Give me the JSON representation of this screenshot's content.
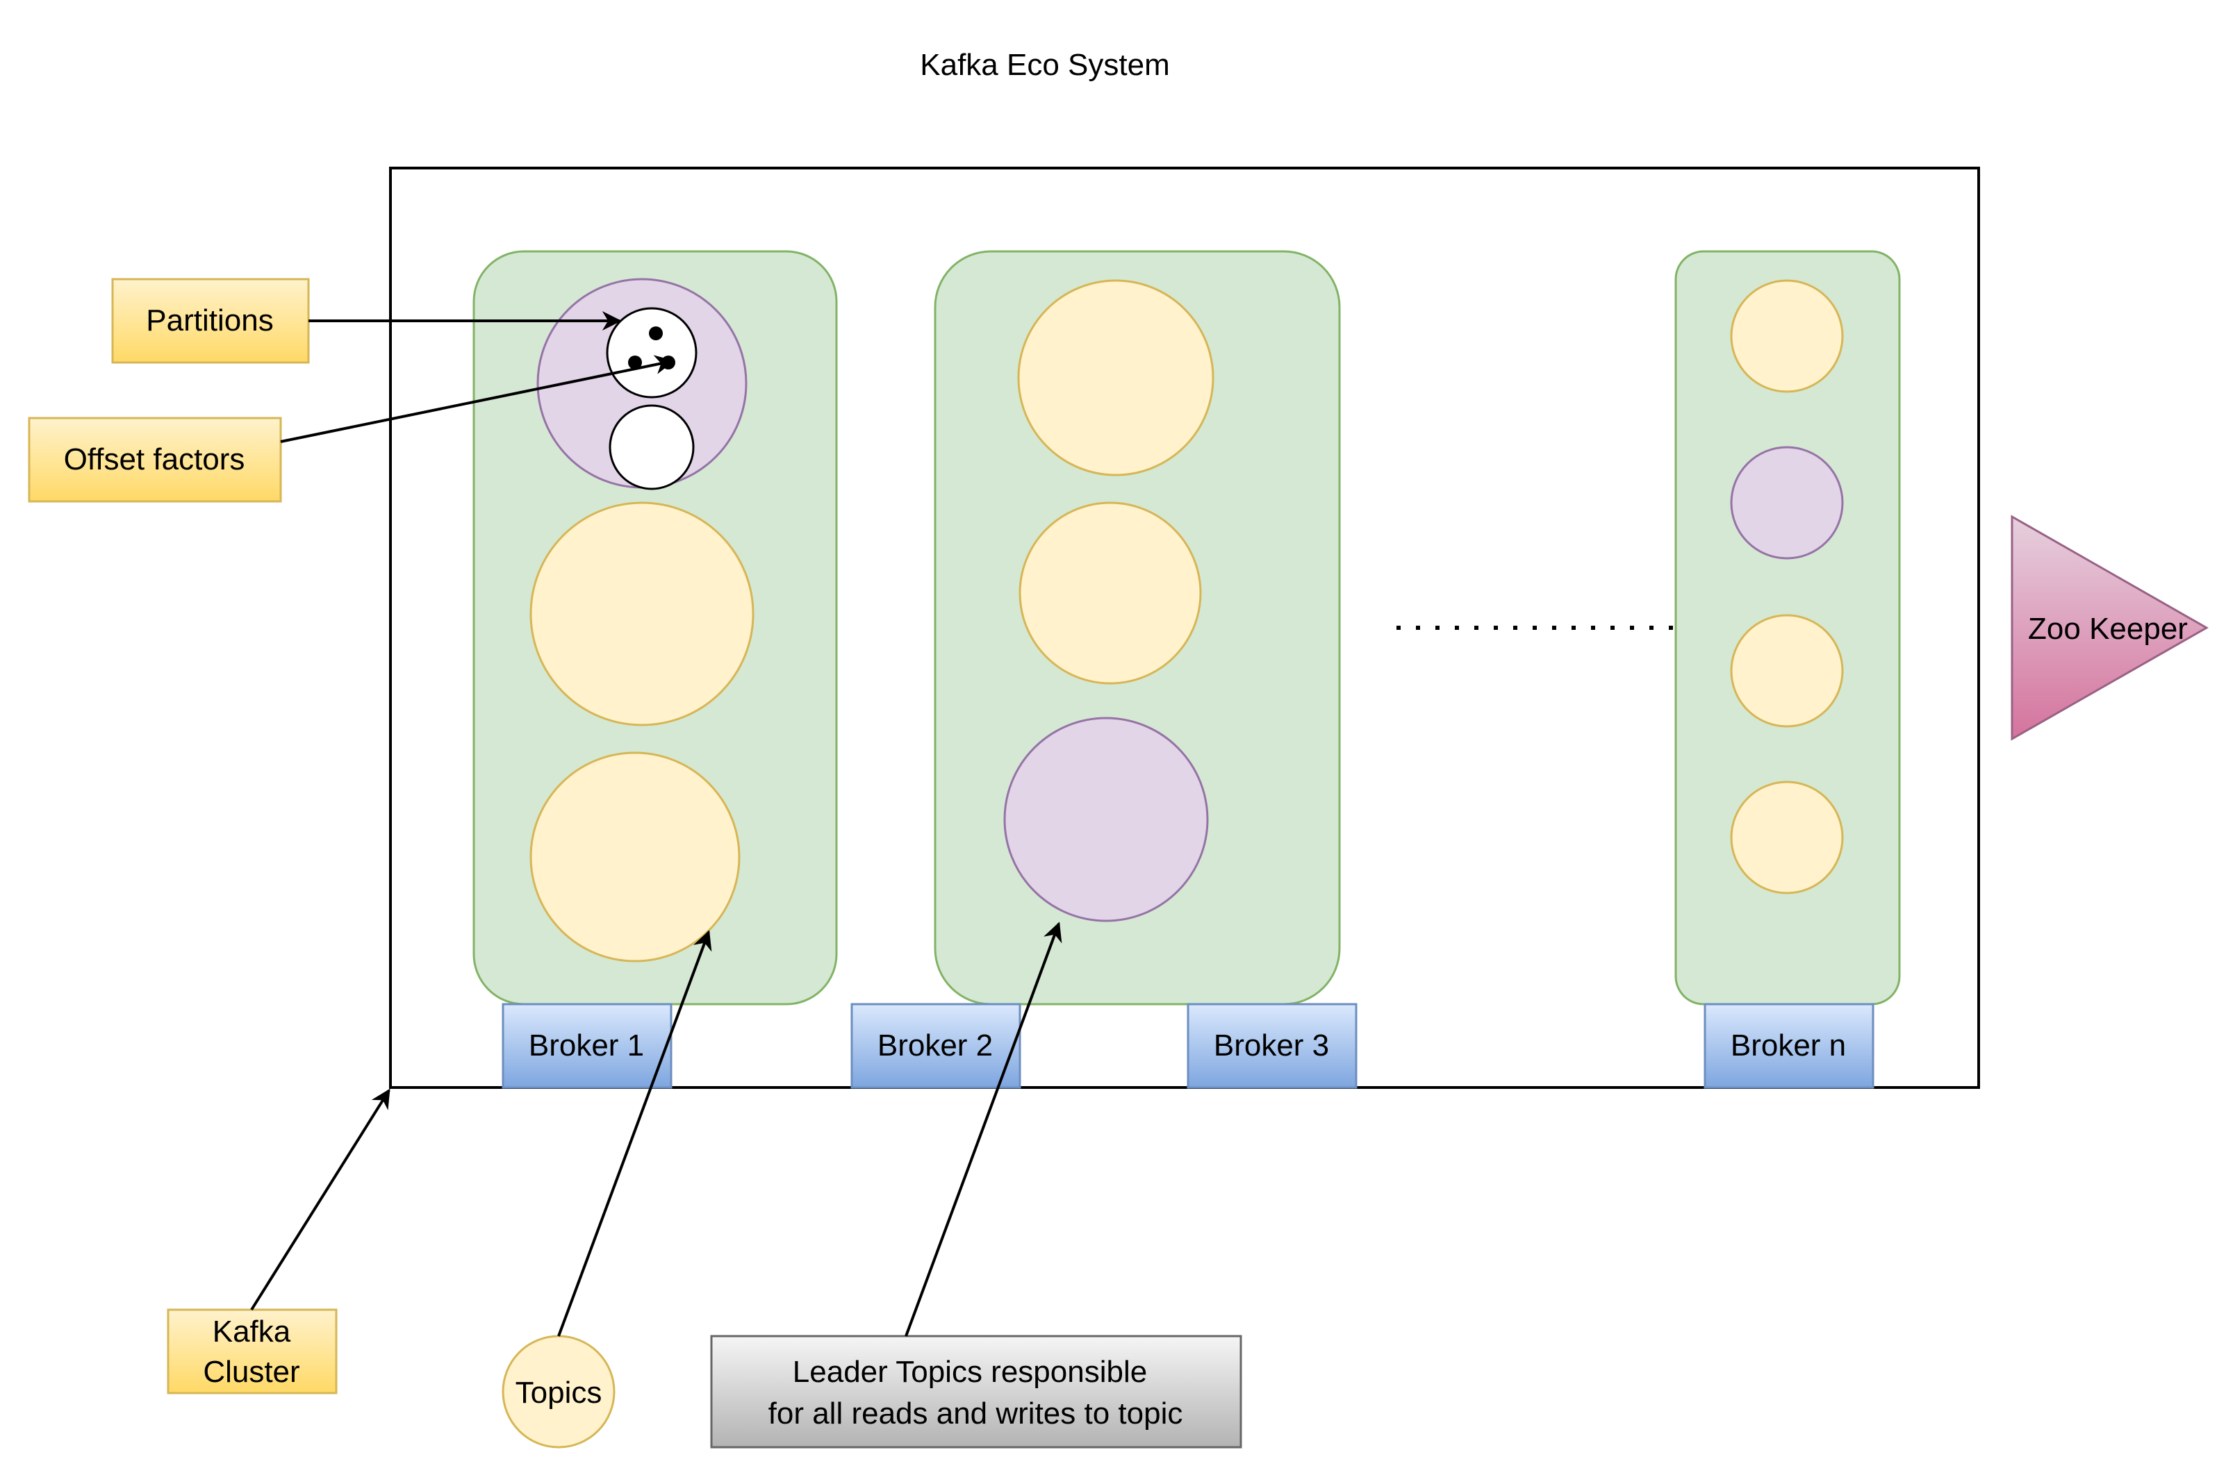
{
  "title": "Kafka Eco System",
  "brokers": {
    "broker1": "Broker 1",
    "broker2": "Broker 2",
    "broker3": "Broker 3",
    "brokerN": "Broker n"
  },
  "zookeeper": "Zoo Keeper",
  "labels": {
    "partitions": "Partitions",
    "offset_factors": "Offset factors",
    "kafka_cluster_line1": "Kafka",
    "kafka_cluster_line2": "Cluster",
    "topics": "Topics",
    "leader_line1": "Leader Topics responsible",
    "leader_line2": "for all reads and writes to topic"
  },
  "colors": {
    "broker_fill": "#d5e8d4",
    "broker_stroke": "#82b366",
    "topic_fill": "#fff2cc",
    "topic_stroke": "#d6b656",
    "leader_fill": "#e1d5e7",
    "leader_stroke": "#9673a6",
    "label_fill": "#ffd966",
    "broker_tag_fill": "#dae8fc",
    "broker_tag_stroke": "#6c8ebf",
    "zookeeper_fill": "#d5739d",
    "zookeeper_stroke": "#996185",
    "note_fill": "#f5f5f5",
    "note_stroke": "#666666"
  }
}
